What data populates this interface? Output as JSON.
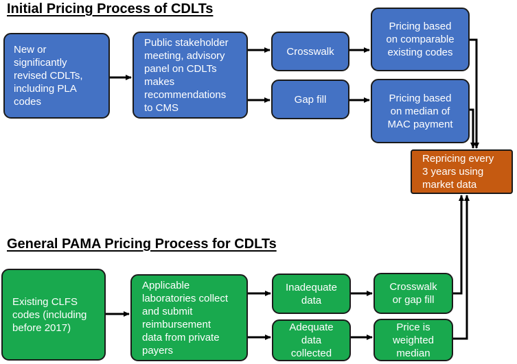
{
  "titles": {
    "initial": "Initial Pricing Process of CDLTs",
    "pama": "General PAMA Pricing Process for CDLTs"
  },
  "initial": {
    "new_codes": "New or\nsignificantly\nrevised CDLTs,\nincluding PLA\ncodes",
    "stakeholder": "Public stakeholder\nmeeting, advisory\npanel on CDLTs\nmakes\nrecommendations\nto CMS",
    "crosswalk": "Crosswalk",
    "gap_fill": "Gap fill",
    "pricing_comparable": "Pricing based\non comparable\nexisting codes",
    "pricing_median": "Pricing based\non median of\nMAC payment"
  },
  "repricing": "Repricing every\n3 years using\nmarket data",
  "pama": {
    "existing_codes": "Existing CLFS\ncodes (including\nbefore 2017)",
    "labs_collect": "Applicable\nlaboratories collect\nand submit\nreimbursement\ndata from private\npayers",
    "inadequate": "Inadequate\ndata",
    "adequate": "Adequate\ndata\ncollected",
    "crosswalk_gap": "Crosswalk\nor gap fill",
    "weighted_median": "Price is\nweighted\nmedian"
  },
  "colors": {
    "blue": "#4472c4",
    "green": "#19a94e",
    "orange": "#c55a11",
    "border": "#1a1a1a"
  }
}
